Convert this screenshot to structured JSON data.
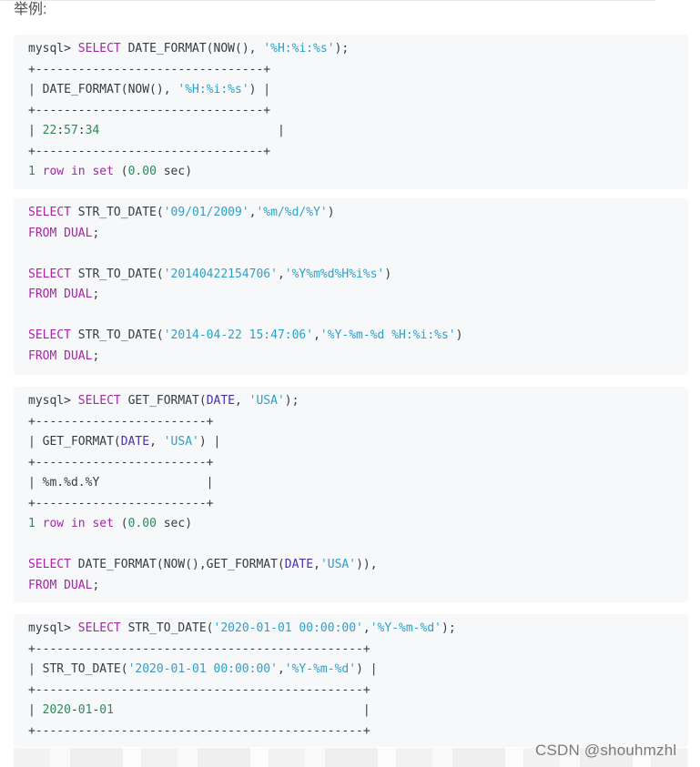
{
  "heading": "举例:",
  "watermark": "CSDN @shouhmzhl",
  "blocks": [
    {
      "lines": [
        [
          {
            "t": "mysql> ",
            "c": "plain"
          },
          {
            "t": "SELECT ",
            "c": "kw"
          },
          {
            "t": "DATE_FORMAT(NOW(), ",
            "c": "plain"
          },
          {
            "t": "'%H:%i:%s'",
            "c": "str2"
          },
          {
            "t": ");",
            "c": "plain"
          }
        ],
        [
          {
            "t": "+--------------------------------+",
            "c": "plain"
          }
        ],
        [
          {
            "t": "| DATE_FORMAT(NOW(), ",
            "c": "plain"
          },
          {
            "t": "'%H:%i:%s'",
            "c": "str2"
          },
          {
            "t": ") |",
            "c": "plain"
          }
        ],
        [
          {
            "t": "+--------------------------------+",
            "c": "plain"
          }
        ],
        [
          {
            "t": "| ",
            "c": "plain"
          },
          {
            "t": "22",
            "c": "num"
          },
          {
            "t": ":",
            "c": "plain"
          },
          {
            "t": "57",
            "c": "num"
          },
          {
            "t": ":",
            "c": "plain"
          },
          {
            "t": "34",
            "c": "num"
          },
          {
            "t": "                         |",
            "c": "plain"
          }
        ],
        [
          {
            "t": "+--------------------------------+",
            "c": "plain"
          }
        ],
        [
          {
            "t": "1",
            "c": "num"
          },
          {
            "t": " ",
            "c": "plain"
          },
          {
            "t": "row",
            "c": "kw"
          },
          {
            "t": " ",
            "c": "plain"
          },
          {
            "t": "in",
            "c": "kw"
          },
          {
            "t": " ",
            "c": "plain"
          },
          {
            "t": "set",
            "c": "kw"
          },
          {
            "t": " (",
            "c": "plain"
          },
          {
            "t": "0.00",
            "c": "num"
          },
          {
            "t": " sec)",
            "c": "plain"
          }
        ]
      ]
    },
    {
      "lines": [
        [
          {
            "t": "SELECT",
            "c": "kw"
          },
          {
            "t": " STR_TO_DATE(",
            "c": "plain"
          },
          {
            "t": "'09/01/2009'",
            "c": "str2"
          },
          {
            "t": ",",
            "c": "plain"
          },
          {
            "t": "'%m/%d/%Y'",
            "c": "str2"
          },
          {
            "t": ")",
            "c": "plain"
          }
        ],
        [
          {
            "t": "FROM",
            "c": "kw"
          },
          {
            "t": " ",
            "c": "plain"
          },
          {
            "t": "DUAL",
            "c": "kw"
          },
          {
            "t": ";",
            "c": "plain"
          }
        ],
        [
          {
            "t": "",
            "c": "plain"
          }
        ],
        [
          {
            "t": "SELECT",
            "c": "kw"
          },
          {
            "t": " STR_TO_DATE(",
            "c": "plain"
          },
          {
            "t": "'20140422154706'",
            "c": "str2"
          },
          {
            "t": ",",
            "c": "plain"
          },
          {
            "t": "'%Y%m%d%H%i%s'",
            "c": "str2"
          },
          {
            "t": ")",
            "c": "plain"
          }
        ],
        [
          {
            "t": "FROM",
            "c": "kw"
          },
          {
            "t": " ",
            "c": "plain"
          },
          {
            "t": "DUAL",
            "c": "kw"
          },
          {
            "t": ";",
            "c": "plain"
          }
        ],
        [
          {
            "t": "",
            "c": "plain"
          }
        ],
        [
          {
            "t": "SELECT",
            "c": "kw"
          },
          {
            "t": " STR_TO_DATE(",
            "c": "plain"
          },
          {
            "t": "'2014-04-22 15:47:06'",
            "c": "str2"
          },
          {
            "t": ",",
            "c": "plain"
          },
          {
            "t": "'%Y-%m-%d %H:%i:%s'",
            "c": "str2"
          },
          {
            "t": ")",
            "c": "plain"
          }
        ],
        [
          {
            "t": "FROM",
            "c": "kw"
          },
          {
            "t": " ",
            "c": "plain"
          },
          {
            "t": "DUAL",
            "c": "kw"
          },
          {
            "t": ";",
            "c": "plain"
          }
        ]
      ]
    },
    {
      "lines": [
        [
          {
            "t": "mysql> ",
            "c": "plain"
          },
          {
            "t": "SELECT",
            "c": "kw"
          },
          {
            "t": " GET_FORMAT(",
            "c": "plain"
          },
          {
            "t": "DATE",
            "c": "builtin"
          },
          {
            "t": ", ",
            "c": "plain"
          },
          {
            "t": "'USA'",
            "c": "str2"
          },
          {
            "t": ");",
            "c": "plain"
          }
        ],
        [
          {
            "t": "+------------------------+",
            "c": "plain"
          }
        ],
        [
          {
            "t": "| GET_FORMAT(",
            "c": "plain"
          },
          {
            "t": "DATE",
            "c": "builtin"
          },
          {
            "t": ", ",
            "c": "plain"
          },
          {
            "t": "'USA'",
            "c": "str2"
          },
          {
            "t": ") |",
            "c": "plain"
          }
        ],
        [
          {
            "t": "+------------------------+",
            "c": "plain"
          }
        ],
        [
          {
            "t": "| %m.%d.%Y               |",
            "c": "plain"
          }
        ],
        [
          {
            "t": "+------------------------+",
            "c": "plain"
          }
        ],
        [
          {
            "t": "1",
            "c": "num"
          },
          {
            "t": " ",
            "c": "plain"
          },
          {
            "t": "row",
            "c": "kw"
          },
          {
            "t": " ",
            "c": "plain"
          },
          {
            "t": "in",
            "c": "kw"
          },
          {
            "t": " ",
            "c": "plain"
          },
          {
            "t": "set",
            "c": "kw"
          },
          {
            "t": " (",
            "c": "plain"
          },
          {
            "t": "0.00",
            "c": "num"
          },
          {
            "t": " sec)",
            "c": "plain"
          }
        ],
        [
          {
            "t": "",
            "c": "plain"
          }
        ],
        [
          {
            "t": "SELECT",
            "c": "kw"
          },
          {
            "t": " DATE_FORMAT(NOW(),GET_FORMAT(",
            "c": "plain"
          },
          {
            "t": "DATE",
            "c": "builtin"
          },
          {
            "t": ",",
            "c": "plain"
          },
          {
            "t": "'USA'",
            "c": "str2"
          },
          {
            "t": ")),",
            "c": "plain"
          }
        ],
        [
          {
            "t": "FROM",
            "c": "kw"
          },
          {
            "t": " ",
            "c": "plain"
          },
          {
            "t": "DUAL",
            "c": "kw"
          },
          {
            "t": ";",
            "c": "plain"
          }
        ]
      ]
    },
    {
      "lines": [
        [
          {
            "t": "mysql> ",
            "c": "plain"
          },
          {
            "t": "SELECT",
            "c": "kw"
          },
          {
            "t": " STR_TO_DATE(",
            "c": "plain"
          },
          {
            "t": "'2020-01-01 00:00:00'",
            "c": "str2"
          },
          {
            "t": ",",
            "c": "plain"
          },
          {
            "t": "'%Y-%m-%d'",
            "c": "str2"
          },
          {
            "t": ");",
            "c": "plain"
          }
        ],
        [
          {
            "t": "+----------------------------------------------+",
            "c": "plain"
          }
        ],
        [
          {
            "t": "| STR_TO_DATE(",
            "c": "plain"
          },
          {
            "t": "'2020-01-01 00:00:00'",
            "c": "str2"
          },
          {
            "t": ",",
            "c": "plain"
          },
          {
            "t": "'%Y-%m-%d'",
            "c": "str2"
          },
          {
            "t": ") |",
            "c": "plain"
          }
        ],
        [
          {
            "t": "+----------------------------------------------+",
            "c": "plain"
          }
        ],
        [
          {
            "t": "| ",
            "c": "plain"
          },
          {
            "t": "2020",
            "c": "num"
          },
          {
            "t": "-",
            "c": "plain"
          },
          {
            "t": "01",
            "c": "num"
          },
          {
            "t": "-",
            "c": "plain"
          },
          {
            "t": "01",
            "c": "num"
          },
          {
            "t": "                                   |",
            "c": "plain"
          }
        ],
        [
          {
            "t": "+----------------------------------------------+",
            "c": "plain"
          }
        ]
      ]
    }
  ]
}
